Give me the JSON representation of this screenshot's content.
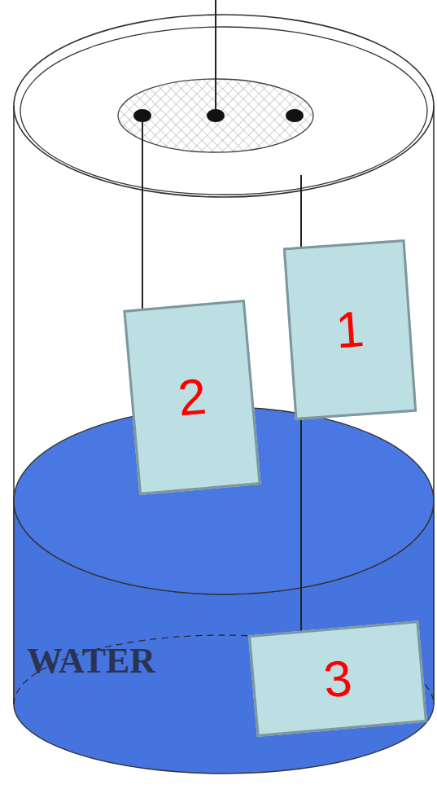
{
  "diagram": {
    "nodes": [
      {
        "text": [
          "1"
        ]
      },
      {
        "text": [
          "2"
        ]
      },
      {
        "text": [
          "3"
        ]
      }
    ],
    "labels": [
      "WATER"
    ]
  }
}
